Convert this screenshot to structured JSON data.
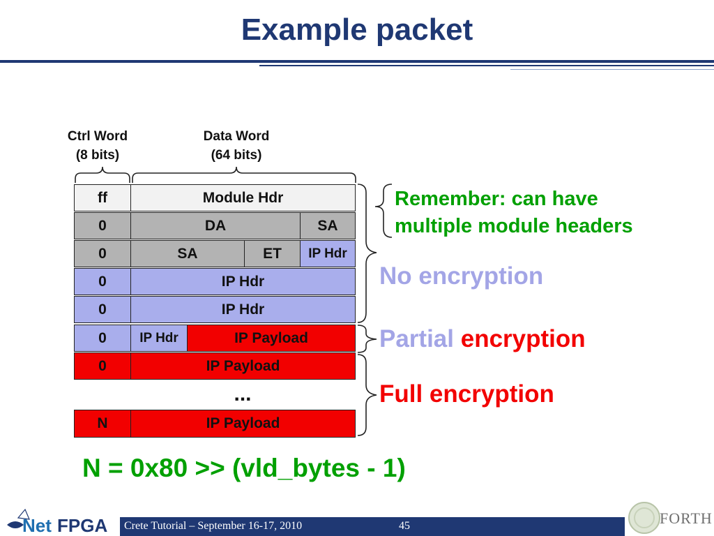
{
  "slide": {
    "title": "Example packet",
    "columns": {
      "ctrl": [
        "Ctrl Word",
        "(8 bits)"
      ],
      "data": [
        "Data Word",
        "(64 bits)"
      ]
    },
    "rows": [
      {
        "ctrl": "ff",
        "cells": [
          "Module Hdr"
        ]
      },
      {
        "ctrl": "0",
        "cells": [
          "DA",
          "SA"
        ]
      },
      {
        "ctrl": "0",
        "cells": [
          "SA",
          "ET",
          "IP Hdr"
        ]
      },
      {
        "ctrl": "0",
        "cells": [
          "IP Hdr"
        ]
      },
      {
        "ctrl": "0",
        "cells": [
          "IP Hdr"
        ]
      },
      {
        "ctrl": "0",
        "cells": [
          "IP Hdr",
          "IP Payload"
        ]
      },
      {
        "ctrl": "0",
        "cells": [
          "IP Payload"
        ]
      },
      {
        "ctrl": "N",
        "cells": [
          "IP Payload"
        ]
      }
    ],
    "ellipsis": "...",
    "annotations": {
      "module_headers": "Remember: can have\nmultiple module headers",
      "no_encryption": "No encryption",
      "partial_word": "Partial",
      "partial_rest": "encryption",
      "full_encryption": "Full encryption"
    },
    "formula": "N = 0x80 >> (vld_bytes - 1)",
    "footer": {
      "text": "Crete Tutorial – September 16-17, 2010",
      "page": "45",
      "logo_left": [
        "Net",
        "FPGA"
      ],
      "logo_right": "FORTH"
    },
    "colors": {
      "title": "#1f3873",
      "header_cell": "#f2f2f2",
      "address_cell": "#b3b3b3",
      "unencrypted_cell": "#a9aeec",
      "encrypted_cell": "#f20000",
      "module_note": "#00a000",
      "no_encryption": "#a3a5e6",
      "encryption": "#f20000"
    }
  }
}
